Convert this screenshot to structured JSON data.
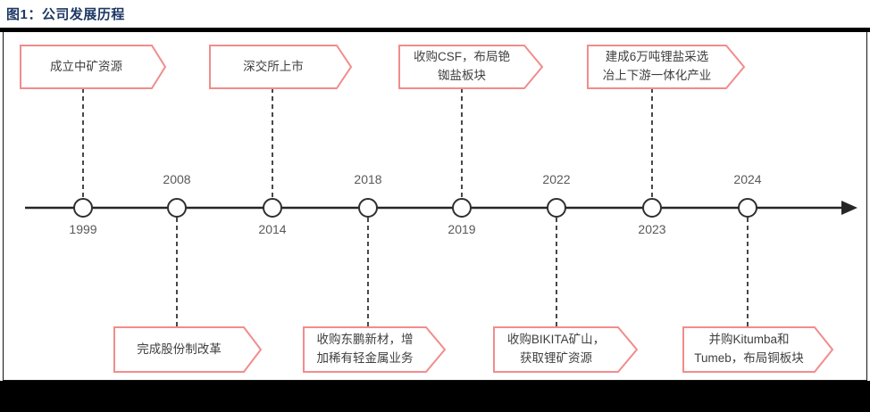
{
  "title": "图1：公司发展历程",
  "colors": {
    "title_navy": "#1f3864",
    "divider_black": "#000000",
    "callout_border": "#f18c8c",
    "callout_fill": "#ffffff",
    "callout_text": "#3f3f3f",
    "axis_line": "#262626",
    "circle_stroke": "#2f2f2f",
    "year_text": "#595959"
  },
  "chart_data": {
    "type": "timeline",
    "title": "图1：公司发展历程",
    "axis": {
      "start_year": "1999",
      "end_year": "2024",
      "direction": "left-to-right-arrow"
    },
    "events": [
      {
        "year": "1999",
        "side": "top",
        "label": "成立中矿资源"
      },
      {
        "year": "2008",
        "side": "bottom",
        "label": "完成股份制改革"
      },
      {
        "year": "2014",
        "side": "top",
        "label": "深交所上市"
      },
      {
        "year": "2018",
        "side": "bottom",
        "label": "收购东鹏新材，增\n加稀有轻金属业务"
      },
      {
        "year": "2019",
        "side": "top",
        "label": "收购CSF，布局铯\n铷盐板块"
      },
      {
        "year": "2022",
        "side": "bottom",
        "label": "收购BIKITA矿山，\n获取锂矿资源"
      },
      {
        "year": "2023",
        "side": "top",
        "label": "建成6万吨锂盐采选\n冶上下游一体化产业"
      },
      {
        "year": "2024",
        "side": "bottom",
        "label": "并购Kitumba和\nTumeb，布局铜板块"
      }
    ]
  }
}
